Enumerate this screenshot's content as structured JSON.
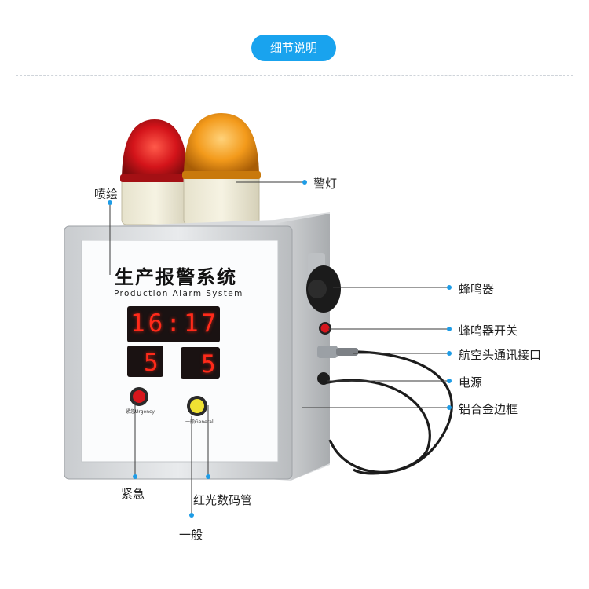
{
  "header": {
    "badge": "细节说明"
  },
  "panel": {
    "title": "生产报警系统",
    "subtitle": "Production Alarm System",
    "display_time": "16:17",
    "display_left": "5",
    "display_right": "5",
    "button_urgent_label": "紧急Urgency",
    "button_general_label": "一般General"
  },
  "callouts": {
    "warning_light": "警灯",
    "spray_paint": "喷绘",
    "buzzer": "蜂鸣器",
    "buzzer_switch": "蜂鸣器开关",
    "aviation_connector": "航空头通讯接口",
    "power": "电源",
    "aluminum_frame": "铝合金边框",
    "urgent": "紧急",
    "red_digital_tube": "红光数码管",
    "general": "一般"
  },
  "colors": {
    "accent": "#19a3ee",
    "callout_dot": "#1e9ce6",
    "led_red": "#ff2a1a",
    "beacon_red": "#d4141a",
    "beacon_amber": "#f39a1b"
  }
}
